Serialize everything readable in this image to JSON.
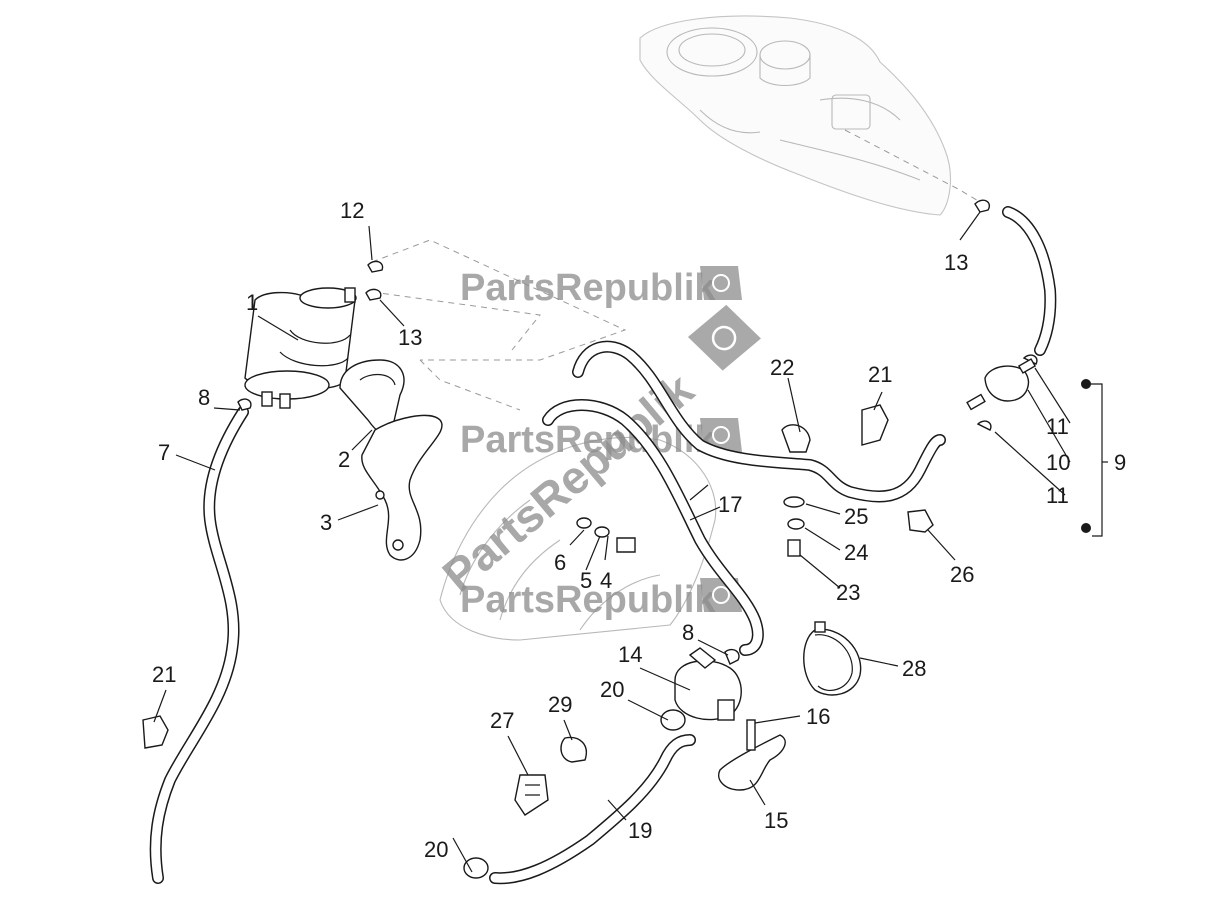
{
  "watermark": {
    "brand": "PartsRepublik",
    "icon": "gear-flag-icon",
    "color": "#8c8c8c"
  },
  "callouts": [
    "1",
    "2",
    "3",
    "4",
    "5",
    "6",
    "7",
    "8",
    "8",
    "9",
    "10",
    "11",
    "11",
    "12",
    "13",
    "13",
    "14",
    "15",
    "16",
    "17",
    "19",
    "20",
    "20",
    "21",
    "21",
    "22",
    "23",
    "24",
    "25",
    "26",
    "27",
    "28",
    "29"
  ]
}
